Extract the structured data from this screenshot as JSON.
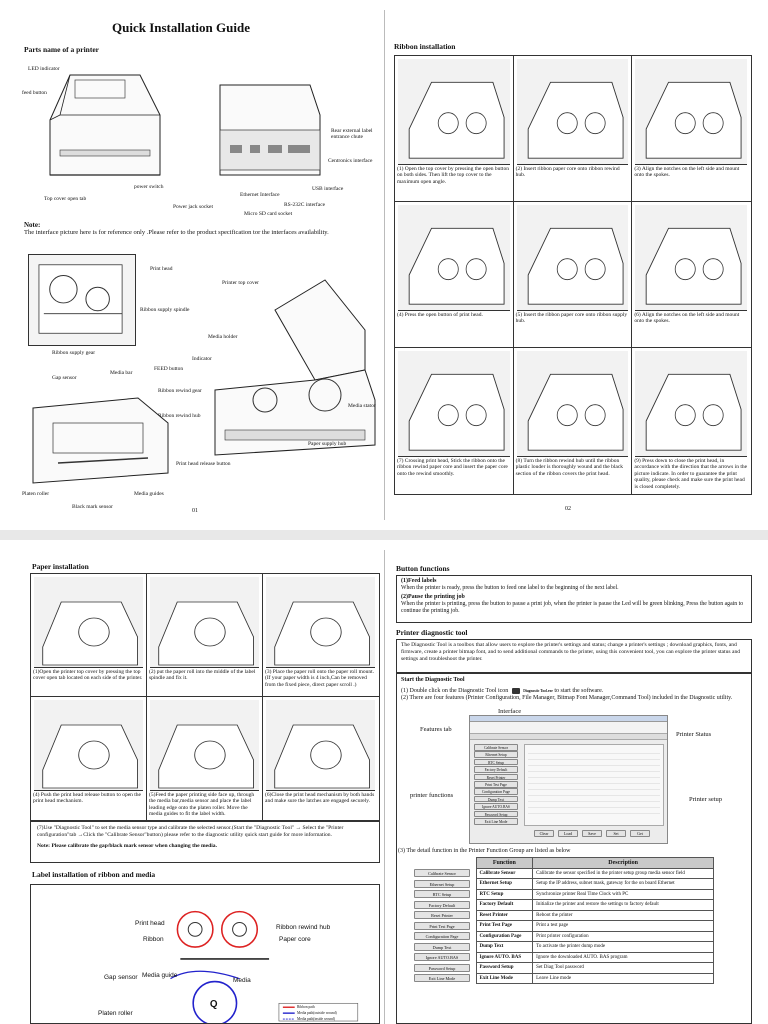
{
  "page1": {
    "title": "Quick Installation Guide",
    "parts_heading": "Parts name of a printer",
    "parts_labels": [
      "LED indicator",
      "feed button",
      "Top cover open tab",
      "power switch",
      "Power jack socket",
      "Micro SD card socket",
      "Ethernet Interface",
      "RS-232C interface",
      "USB interface",
      "Centronics interface",
      "Rear external label entrance chute"
    ],
    "note_title": "Note:",
    "note_text": "The interface picture here is for reference only .Please refer to the product specification tor the interfaces availability.",
    "inside_labels": [
      "Print head",
      "Ribbon supply spindle",
      "Ribbon supply gear",
      "Gap sensor",
      "Media bar",
      "Platen roller",
      "Black mark sensor",
      "Media guides",
      "Printer top cover",
      "Media holder",
      "Indicator",
      "FEED button",
      "Ribbon rewind gear",
      "Ribbon rewind hub",
      "Print head release button",
      "Media stator",
      "Paper supply hub"
    ],
    "page_num_left": "01",
    "ribbon_heading": "Ribbon installation",
    "ribbon_steps": [
      "(1) Open the top cover by pressing the open button on both sides. Then lift the top cover to the maximum open angle.",
      "(2) Insert ribbon paper core onto ribbon rewind hub.",
      "(3) Align the notches on the left side and mount onto the spokes.",
      "(4) Press the open button of print head.",
      "(5) Insert the ribbon paper core onto ribbon supply hub.",
      "(6) Align the notches on the left side and mount onto the spokes.",
      "(7) Crossing print head, Stick the ribbon onto the ribbon rewind paper core and insert the paper core onto the rewind smoothly.",
      "(8) Turn the ribbon rewind hub until the ribbon plastic louder is thoroughly wound and the black section of the ribbon covers the print head.",
      "(9) Press down to close the print head, in accordance with the direction that the arrows in the picture indicate. In order to guarantee the print quality, please check and make sure the print head is closed completely."
    ],
    "page_num_right": "02"
  },
  "page2": {
    "paper_heading": "Paper installation",
    "paper_steps": [
      "(1)Open the printer top cover by pressing the top cover open tab located on each side of the printer.",
      "(2) put the paper roll into the middle of the label spindle and fix it.",
      "(3) Place the paper roll onto the paper roll mount. (If your paper width is 4 inch,Can be removed from the fixed piece, direct paper scroll .)",
      "(4) Push the print head release button to open the print head mechanism.",
      "(5)Feed the paper printing side face up, through the media bar,media sensor and place the label leading edge onto the platen roller. Move the media guides to fit the label width.",
      "(6)Close the print head mechanism by both hands and make sure the latches are engaged securely."
    ],
    "diag_note": "(7)Use \"Diagnostic Tool\" to set the media sensor type and calibrate the selected sensor.(Start the \"Diagnostic Tool\" → Select the \"Printer configuration\"tab →Click the \"Calibrate Sensor\"button) please refer to the diagnostic utility quick start guide for more information.",
    "diag_note_bold": "Note: Please calibrate the gap/black mark sensor when changing the media.",
    "label_heading": "Label installation of ribbon and media",
    "label_labels": [
      "Print head",
      "Ribbon",
      "Gap sensor",
      "Media guide",
      "Platen roller",
      "Ribbon rewind hub",
      "Paper core",
      "Media"
    ],
    "legend": [
      "Ribbon path",
      "Media path(outside wound)",
      "Media path(inside wound)"
    ],
    "button_heading": "Button functions",
    "feed_title": "(1)Feed labels",
    "feed_text": "When the printer is ready, press the button to feed one label to the beginning of the next label.",
    "pause_title": "(2)Pause the printing job",
    "pause_text": "When the printer is printing, press the button to pause a print job, when the printer is pause the Led will be green blinking, Press the button again to continue the printing job.",
    "tool_heading": "Printer diagnostic tool",
    "tool_text": "The Diagnostic Tool is a toolbox that allow users to explore the printer's settings and status; change a printer's settings ; download graphics, fonts, and firmware, create a printer bitmap font, and to send additional commands to the printer, using this convenient tool, you can explore the printer status and settings and troubleshoot the printer.",
    "start_title": "Start the Diagnostic Tool",
    "start_1a": "(1) Double click on the Diagnostic Tool icon",
    "start_icon_label": "Diagnostic Tool.exe",
    "start_1b": "to start the software.",
    "start_2": "(2) There are four features (Printer Configuration, File Manager, Bitmap Font Manager,Command Tool) included in the Diagnostic utility.",
    "interface_label": "Interface",
    "features_tab": "Features tab",
    "printer_status": "Printer Status",
    "printer_functions": "printer functions",
    "printer_setup": "Printer setup",
    "detail_text": "(3) The detail function in the Printer Function Group are listed as below",
    "table_headers": [
      "Function",
      "Description"
    ],
    "table_rows": [
      [
        "Calibrate Sensor",
        "Calibrate Sensor",
        "Calibrate the sensor specified in the printer setup group media sensor field"
      ],
      [
        "Ethernet Setup",
        "Ethernet Setup",
        "Setup the IP address, subnet mask, gateway for the on board Ethernet"
      ],
      [
        "RTC Setup",
        "RTC Setup",
        "Synchronize printer Real Time Clock with PC"
      ],
      [
        "Factory Default",
        "Factory Default",
        "Initialize the printer and restore the settings to factory default"
      ],
      [
        "Reset Printer",
        "Reset Printer",
        "Reboot the printer"
      ],
      [
        "Print Test Page",
        "Print Test Page",
        "Print a test page"
      ],
      [
        "Configuration Page",
        "Configuration Page",
        "Print printer configuration"
      ],
      [
        "Dump Text",
        "Dump Text",
        "To activate the printer dump mode"
      ],
      [
        "Ignore AUTO.BAS",
        "Ignore AUTO. BAS",
        "Ignore the downloaded AUTO. BAS program"
      ],
      [
        "Password Setup",
        "Password Setup",
        "Set Diag Tool password"
      ],
      [
        "Exit Line Mode",
        "Exit Line Mode",
        "Leave Line mode"
      ]
    ],
    "ui_sidebar": [
      "Calibrate Sensor",
      "Ethernet Setup",
      "RTC Setup",
      "Factory Default",
      "Reset Printer",
      "Print Test Page",
      "Configuration Page",
      "Dump Text",
      "Ignore AUTO.BAS",
      "Password Setup",
      "Exit Line Mode"
    ],
    "ui_buttons": [
      "Clear",
      "Load",
      "Save",
      "Set",
      "Get"
    ]
  }
}
